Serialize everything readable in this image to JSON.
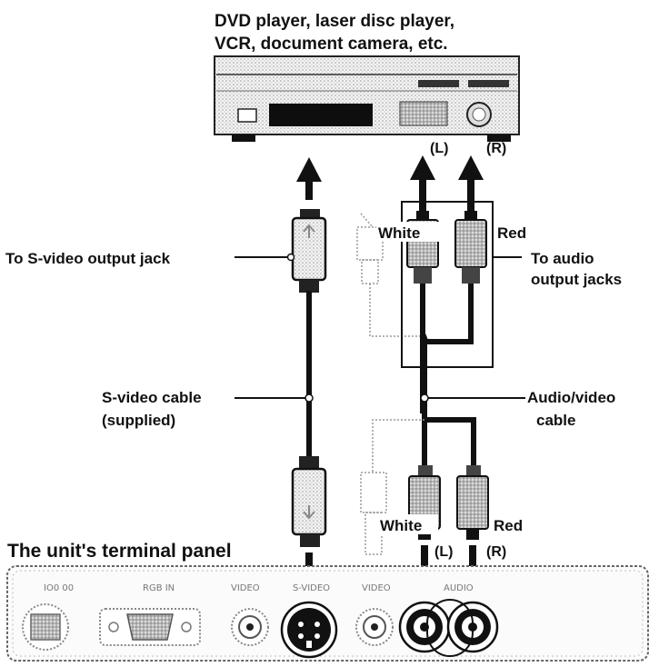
{
  "source_device": {
    "title_line1": "DVD player, laser disc player,",
    "title_line2": "VCR, document camera, etc."
  },
  "labels": {
    "svideo_output": "To S-video output jack",
    "svideo_cable_line1": "S-video cable",
    "svideo_cable_line2": "(supplied)",
    "audio_output_line1": "To audio",
    "audio_output_line2": "output jacks",
    "av_cable_line1": "Audio/video",
    "av_cable_line2": "cable",
    "white_top": "White",
    "red_top": "Red",
    "white_bottom": "White",
    "red_bottom": "Red",
    "left_top": "(L)",
    "right_top": "(R)",
    "left_bottom": "(L)",
    "right_bottom": "(R)",
    "terminal_panel": "The unit's terminal panel"
  },
  "terminal_ports": [
    {
      "label": "IO0 00"
    },
    {
      "label": "RGB IN"
    },
    {
      "label": "VIDEO"
    },
    {
      "label": "S-VIDEO"
    },
    {
      "label": "VIDEO"
    },
    {
      "label": "AUDIO"
    }
  ]
}
